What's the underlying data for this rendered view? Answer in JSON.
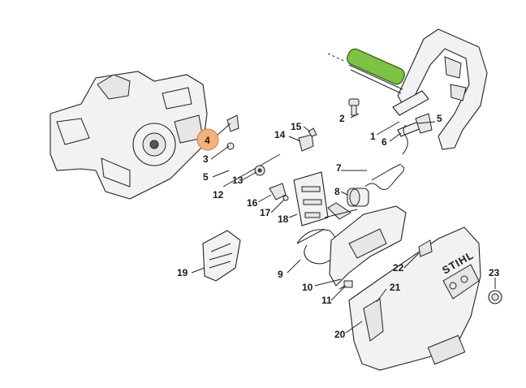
{
  "diagram": {
    "callouts": [
      "1",
      "2",
      "3",
      "4",
      "5",
      "5",
      "6",
      "7",
      "8",
      "9",
      "10",
      "11",
      "12",
      "13",
      "14",
      "15",
      "16",
      "17",
      "18",
      "19",
      "20",
      "21",
      "22",
      "23"
    ],
    "brand": "STIHL",
    "highlight": {
      "accent": "#f2b27a",
      "part_accent": "#7dc242"
    }
  }
}
